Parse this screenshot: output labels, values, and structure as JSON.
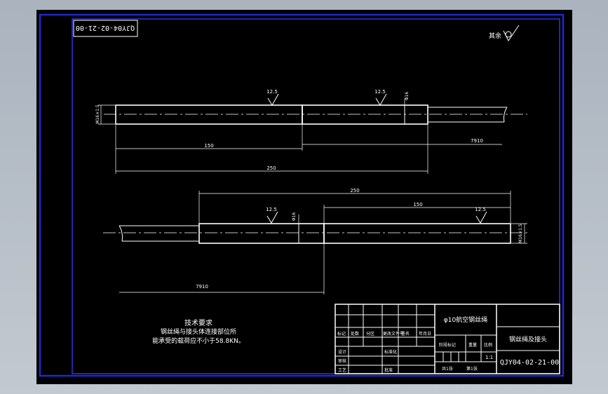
{
  "drawing": {
    "code": "QJY04-02-21-00",
    "title": "钢丝绳及接头",
    "material": "φ10航空钢丝绳",
    "roughness_rest": "其余",
    "roughness_value": "12.5",
    "part_a": {
      "length_total": "250",
      "length_sleeve": "150",
      "length_cable": "7910",
      "thread": "M16×1.5",
      "dia_bore": "Φ16"
    },
    "part_b": {
      "length_total": "250",
      "length_sleeve": "150",
      "length_cable": "7910",
      "thread": "M16×1.5",
      "dia_bore": "Φ16"
    }
  },
  "notes": {
    "heading": "技术要求",
    "line1": "钢丝绳与接头体连接部位所",
    "line2": "能承受的载荷应不小于58.8KN。"
  },
  "title_block": {
    "mark": "标记",
    "count": "处数",
    "zone": "分区",
    "change_doc": "更改文件号",
    "sign": "签名",
    "date": "年月日",
    "design": "设计",
    "standardize": "标准化",
    "review": "审核",
    "process": "工艺",
    "approve": "批准",
    "stage_mark": "阶段标记",
    "weight": "重量",
    "scale": "比例",
    "scale_value": "1:1",
    "sheets_total": "共1张",
    "sheet_no": "第1张"
  },
  "colors": {
    "background": "#000000",
    "frame": "#1f29c8",
    "lines": "#ffffff"
  }
}
